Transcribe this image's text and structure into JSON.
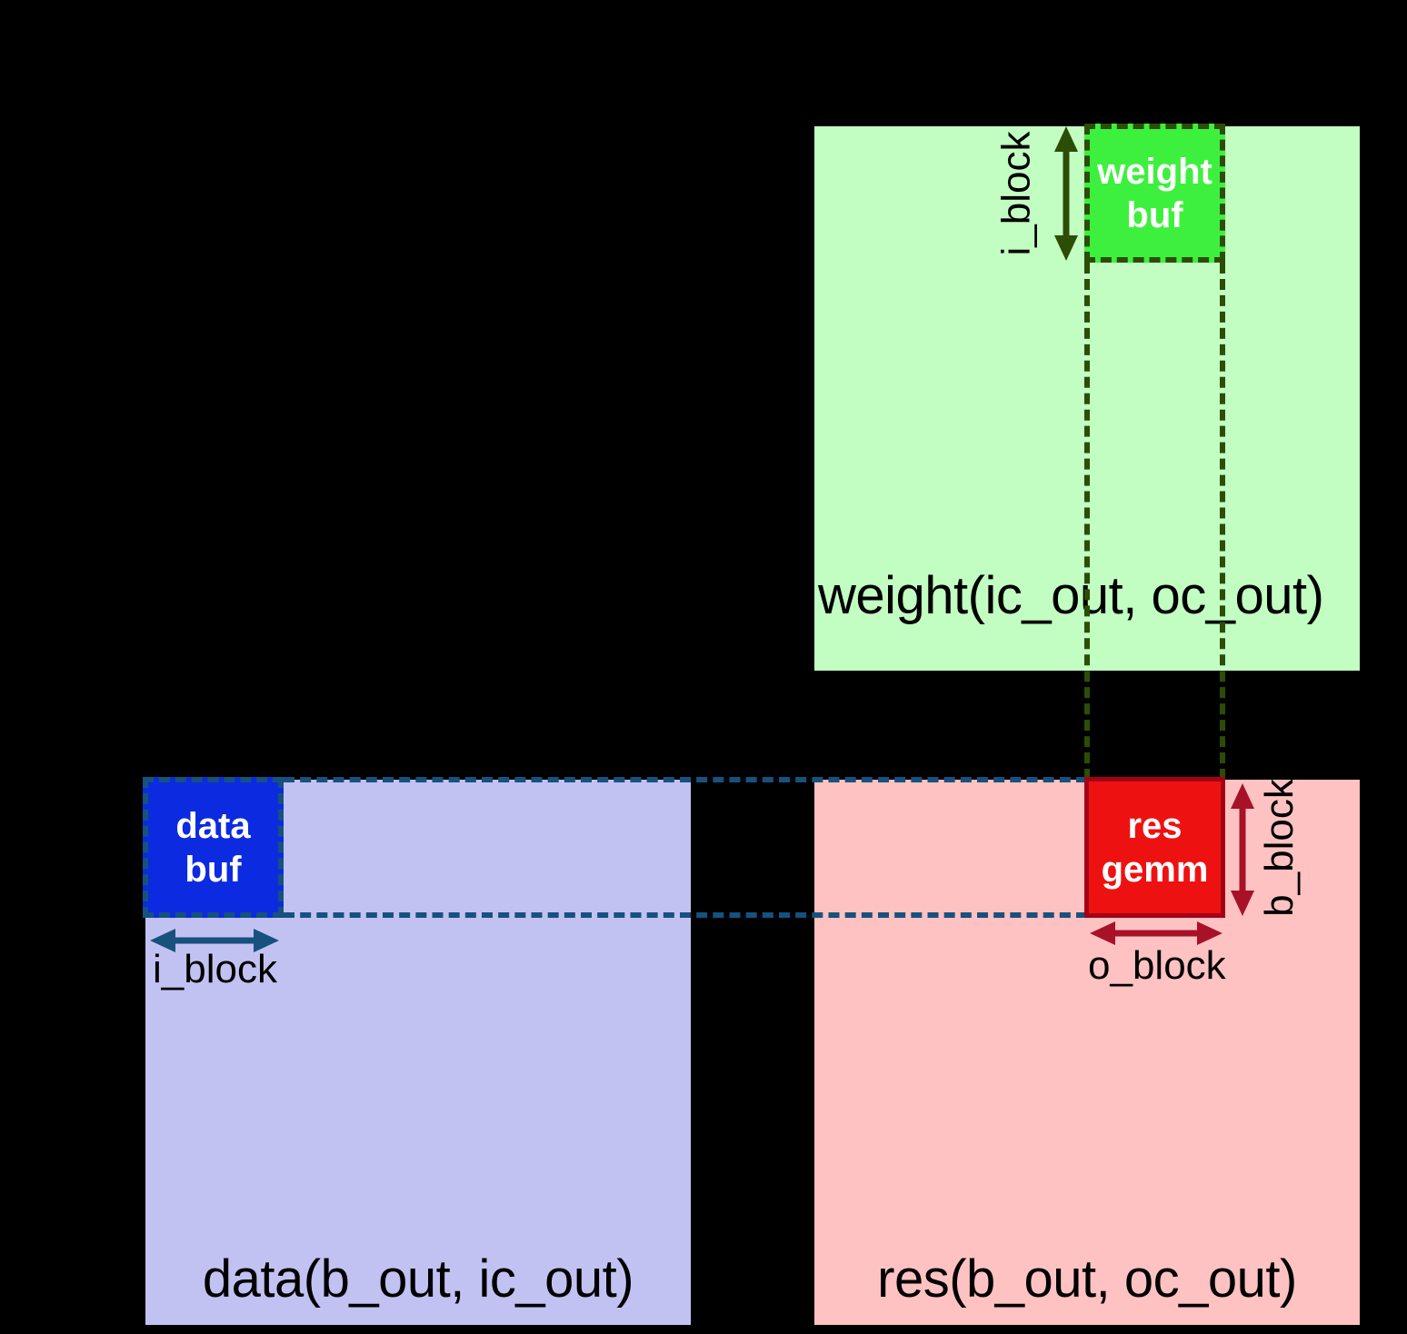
{
  "colors": {
    "background": "#000000",
    "weight_matrix_fill": "#c2fdc2",
    "weight_buf_fill": "#3ef03e",
    "weight_accent": "#2c4d05",
    "data_matrix_fill": "#c2c2f2",
    "data_buf_fill": "#0c2ae0",
    "data_accent": "#17517e",
    "res_matrix_fill": "#ffc2c2",
    "res_gemm_fill": "#ee1111",
    "res_border": "#a30016",
    "res_accent": "#a81228",
    "label_text": "#000000",
    "buf_text": "#ffffff"
  },
  "matrices": {
    "weight": {
      "label": "weight(ic_out, oc_out)",
      "buf": {
        "line1": "weight",
        "line2": "buf"
      }
    },
    "data": {
      "label": "data(b_out, ic_out)",
      "buf": {
        "line1": "data",
        "line2": "buf"
      }
    },
    "res": {
      "label": "res(b_out, oc_out)",
      "buf": {
        "line1": "res",
        "line2": "gemm"
      }
    }
  },
  "dimensions": {
    "weight_i_block": "i_block",
    "data_i_block": "i_block",
    "res_o_block": "o_block",
    "res_b_block": "b_block"
  }
}
